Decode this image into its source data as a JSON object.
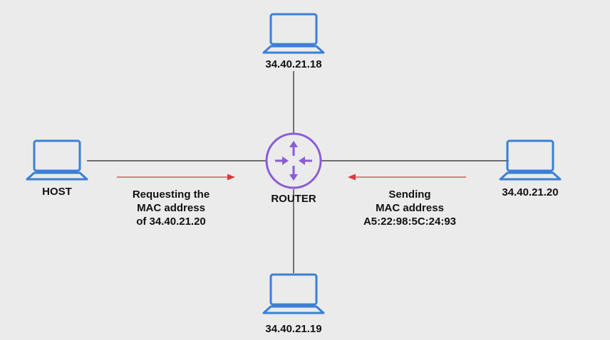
{
  "nodes": {
    "top": {
      "label": "34.40.21.18"
    },
    "host": {
      "label": "HOST"
    },
    "router": {
      "label": "ROUTER"
    },
    "right": {
      "label": "34.40.21.20"
    },
    "bottom": {
      "label": "34.40.21.19"
    }
  },
  "messages": {
    "request": {
      "lines": [
        "Requesting the",
        "MAC address",
        "of 34.40.21.20"
      ]
    },
    "reply": {
      "lines": [
        "Sending",
        "MAC address",
        "A5:22:98:5C:24:93"
      ]
    }
  },
  "colors": {
    "laptop": "#3b7fd6",
    "router": "#8a5cd6",
    "arrow": "#d83a3a",
    "line": "#222222",
    "background": "#ebebeb"
  },
  "icons": {
    "laptop": "laptop-icon",
    "router": "router-icon"
  }
}
